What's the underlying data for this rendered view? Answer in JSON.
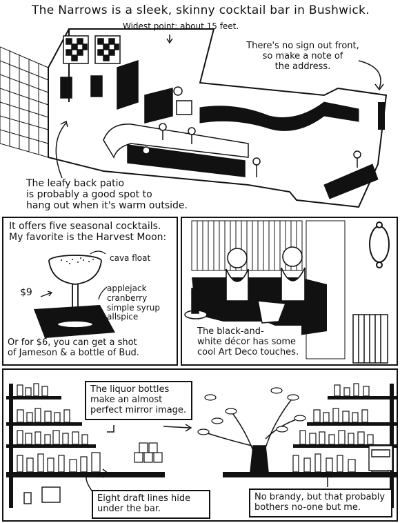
{
  "comic": {
    "header_title": "The Narrows is a sleek, skinny cocktail bar in Bushwick.",
    "panel1": {
      "widest_point": "Widest point: about 15 feet.",
      "no_sign": [
        "There's no sign out front,",
        "so make a note of",
        "the address."
      ],
      "patio": [
        "The leafy back patio",
        "is probably a good spot to",
        "hang out when it's warm outside."
      ]
    },
    "panel2": {
      "intro": [
        "It offers five seasonal cocktails.",
        "My favorite is the Harvest Moon:"
      ],
      "price": "$9",
      "cava": "cava float",
      "ingredients": [
        "applejack",
        "cranberry",
        "simple syrup",
        "allspice"
      ],
      "footer": [
        "Or for $6, you can get a shot",
        "of Jameson & a bottle of Bud."
      ]
    },
    "panel3": {
      "caption": [
        "The black-and-",
        "white décor has some",
        "cool Art Deco touches."
      ]
    },
    "panel4": {
      "bottles": [
        "The liquor bottles",
        "make an almost",
        "perfect mirror image."
      ],
      "draft": [
        "Eight draft lines hide",
        "under the bar."
      ],
      "brandy": [
        "No brandy, but that probably",
        "bothers no-one but me."
      ]
    }
  }
}
